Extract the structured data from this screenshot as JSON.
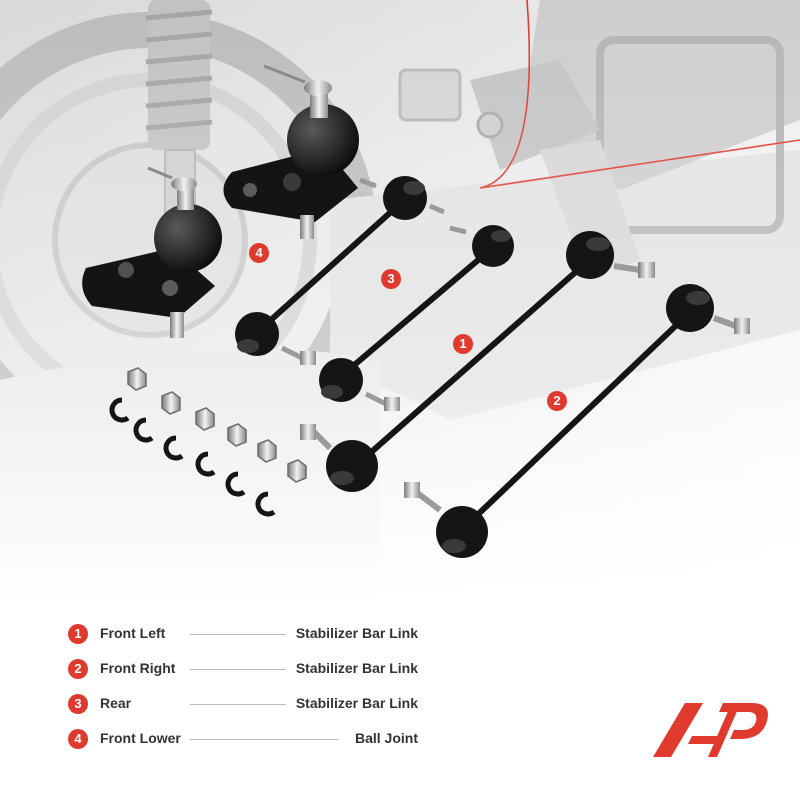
{
  "callouts": [
    {
      "number": "1",
      "name": "Front Left",
      "type": "Stabilizer Bar Link"
    },
    {
      "number": "2",
      "name": "Front Right",
      "type": "Stabilizer Bar Link"
    },
    {
      "number": "3",
      "name": "Rear",
      "type": "Stabilizer Bar Link"
    },
    {
      "number": "4",
      "name": "Front Lower",
      "type": "Ball Joint"
    }
  ],
  "colors": {
    "accent": "#e03a2e",
    "text": "#333333",
    "part": "#151515"
  },
  "logo": {
    "icon": "brand-logo-icon"
  }
}
